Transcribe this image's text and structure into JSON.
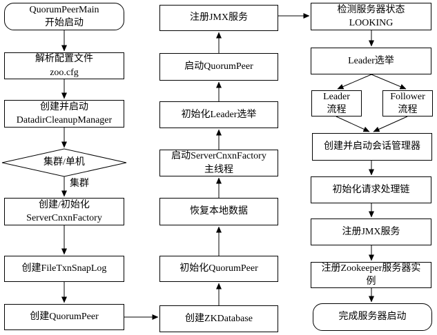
{
  "nodes": {
    "start": "QuorumPeerMain\n开始启动",
    "parse_config": "解析配置文件\nzoo.cfg",
    "datadir_cleanup": "创建并启动\nDatadirCleanupManager",
    "cluster_decision": "集群/单机",
    "create_server_cnxn_factory": "创建/初始化\nServerCnxnFactory",
    "create_file_txn_snaplog": "创建FileTxnSnapLog",
    "create_quorum_peer": "创建QuorumPeer",
    "register_jmx_middle": "注册JMX服务",
    "start_quorum_peer": "启动QuorumPeer",
    "init_leader_election": "初始化Leader选举",
    "start_server_cnxn_factory": "启动ServerCnxnFactory\n主线程",
    "restore_local_data": "恢复本地数据",
    "init_quorum_peer": "初始化QuorumPeer",
    "create_zk_database": "创建ZKDatabase",
    "check_server_state": "检测服务器状态\nLOOKING",
    "leader_election": "Leader选举",
    "leader_flow": "Leader\n流程",
    "follower_flow": "Follower\n流程",
    "session_manager": "创建并启动会话管理器",
    "init_request_chain": "初始化请求处理链",
    "register_jmx_right": "注册JMX服务",
    "register_zk_instance": "注册Zookeeper服务器实\n例",
    "finish": "完成服务器启动"
  },
  "edge_labels": {
    "cluster": "集群"
  },
  "colors": {
    "stroke": "#000000",
    "background": "#ffffff"
  }
}
